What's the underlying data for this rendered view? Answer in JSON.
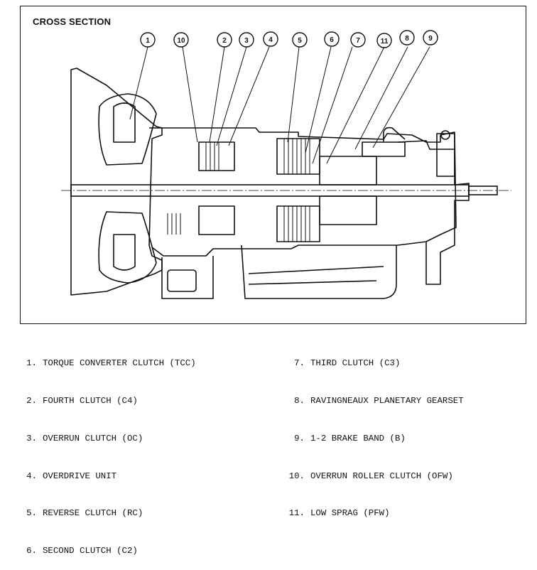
{
  "title": "CROSS SECTION",
  "callouts": [
    "1",
    "10",
    "2",
    "3",
    "4",
    "5",
    "6",
    "7",
    "11",
    "8",
    "9"
  ],
  "legend_left": [
    {
      "num": "1.",
      "text": "TORQUE CONVERTER CLUTCH (TCC)"
    },
    {
      "num": "2.",
      "text": "FOURTH CLUTCH (C4)"
    },
    {
      "num": "3.",
      "text": "OVERRUN CLUTCH (OC)"
    },
    {
      "num": "4.",
      "text": "OVERDRIVE UNIT"
    },
    {
      "num": "5.",
      "text": "REVERSE CLUTCH (RC)"
    },
    {
      "num": "6.",
      "text": "SECOND CLUTCH (C2)"
    }
  ],
  "legend_right": [
    {
      "num": "7.",
      "text": "THIRD CLUTCH (C3)"
    },
    {
      "num": "8.",
      "text": "RAVINGNEAUX PLANETARY GEARSET"
    },
    {
      "num": "9.",
      "text": "1-2 BRAKE BAND (B)"
    },
    {
      "num": "10.",
      "text": "OVERRUN ROLLER CLUTCH (OFW)"
    },
    {
      "num": "11.",
      "text": "LOW SPRAG (PFW)"
    }
  ]
}
